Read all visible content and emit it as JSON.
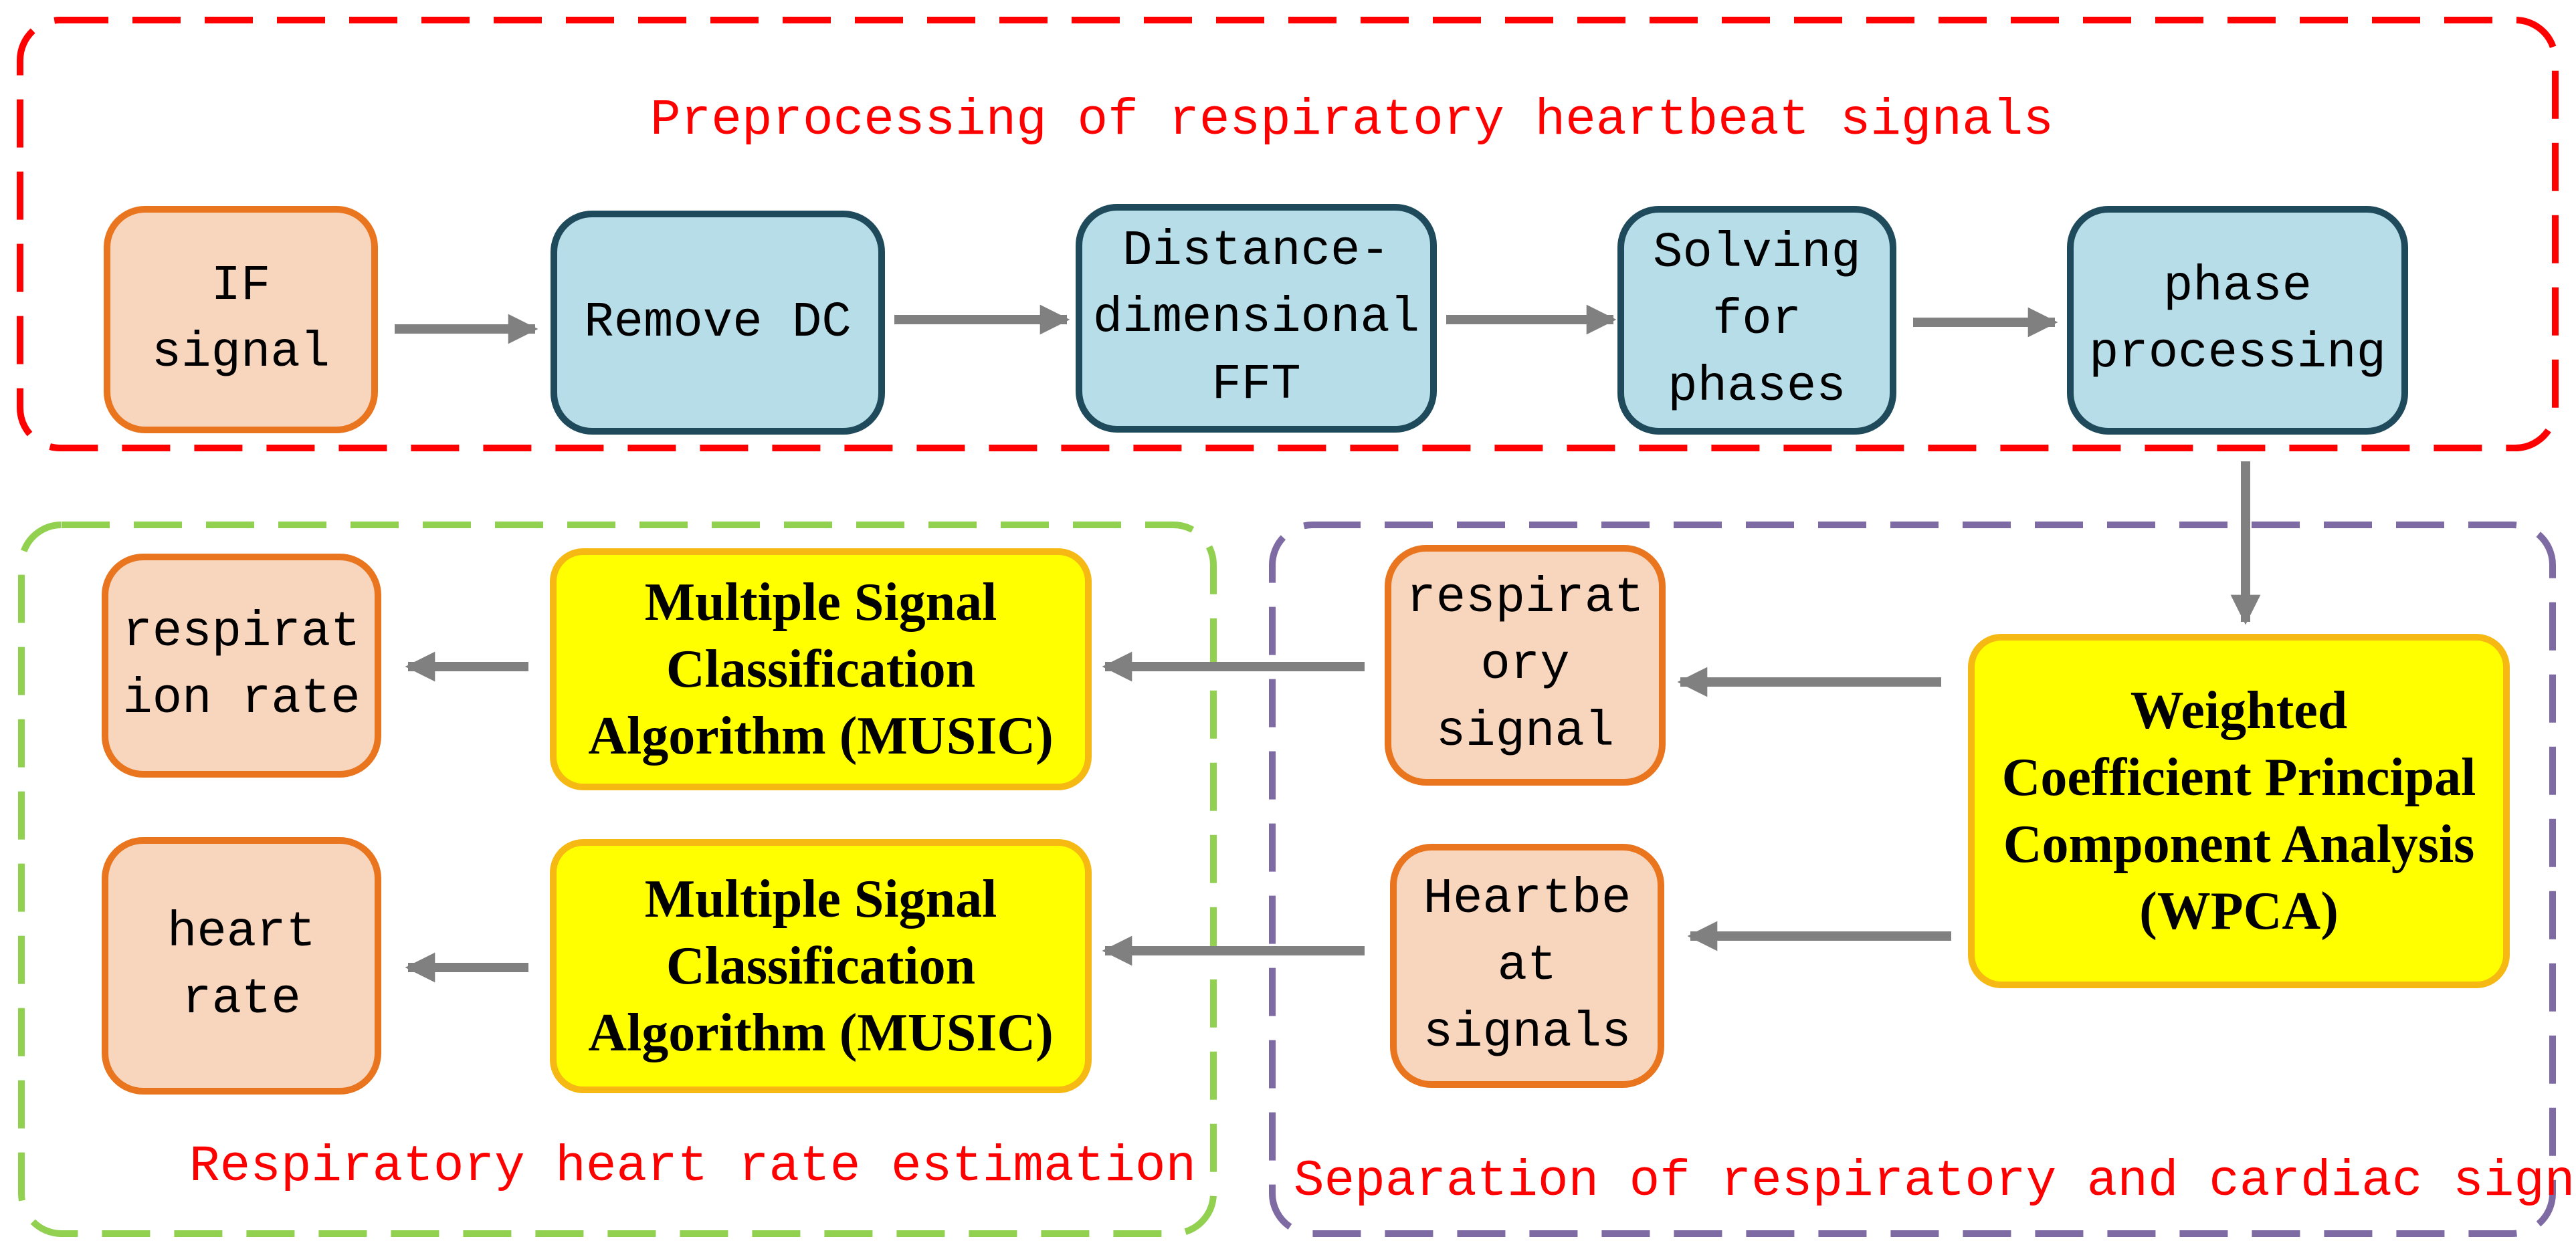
{
  "regions": {
    "preprocessing": {
      "title": "Preprocessing of respiratory heartbeat signals",
      "border_color": "#ff0000"
    },
    "estimation": {
      "title": "Respiratory heart rate estimation",
      "border_color": "#92d050"
    },
    "separation": {
      "title": "Separation of respiratory and cardiac signals",
      "border_color": "#7f6ba3"
    }
  },
  "nodes": {
    "if_signal": "IF\nsignal",
    "remove_dc": "Remove DC",
    "distance_fft": "Distance-\ndimensional\nFFT",
    "solving_phases": "Solving\nfor\nphases",
    "phase_processing": "phase\nprocessing",
    "wpca": "Weighted\nCoefficient Principal\nComponent Analysis\n(WPCA)",
    "respiratory_signal": "respirat\nory\nsignal",
    "heartbeat_signals": "Heartbe\nat\nsignals",
    "music_top": "Multiple Signal\nClassification\nAlgorithm (MUSIC)",
    "music_bottom": "Multiple Signal\nClassification\nAlgorithm (MUSIC)",
    "respiration_rate": "respirat\nion rate",
    "heart_rate": "heart\nrate"
  },
  "colors": {
    "orange_fill": "#f8d5bd",
    "orange_border": "#e9751f",
    "blue_fill": "#b7dde8",
    "blue_border": "#1e4a5c",
    "yellow_fill": "#ffff00",
    "yellow_border": "#f6b913",
    "arrow": "#808080",
    "title_text": "#ff0000"
  }
}
